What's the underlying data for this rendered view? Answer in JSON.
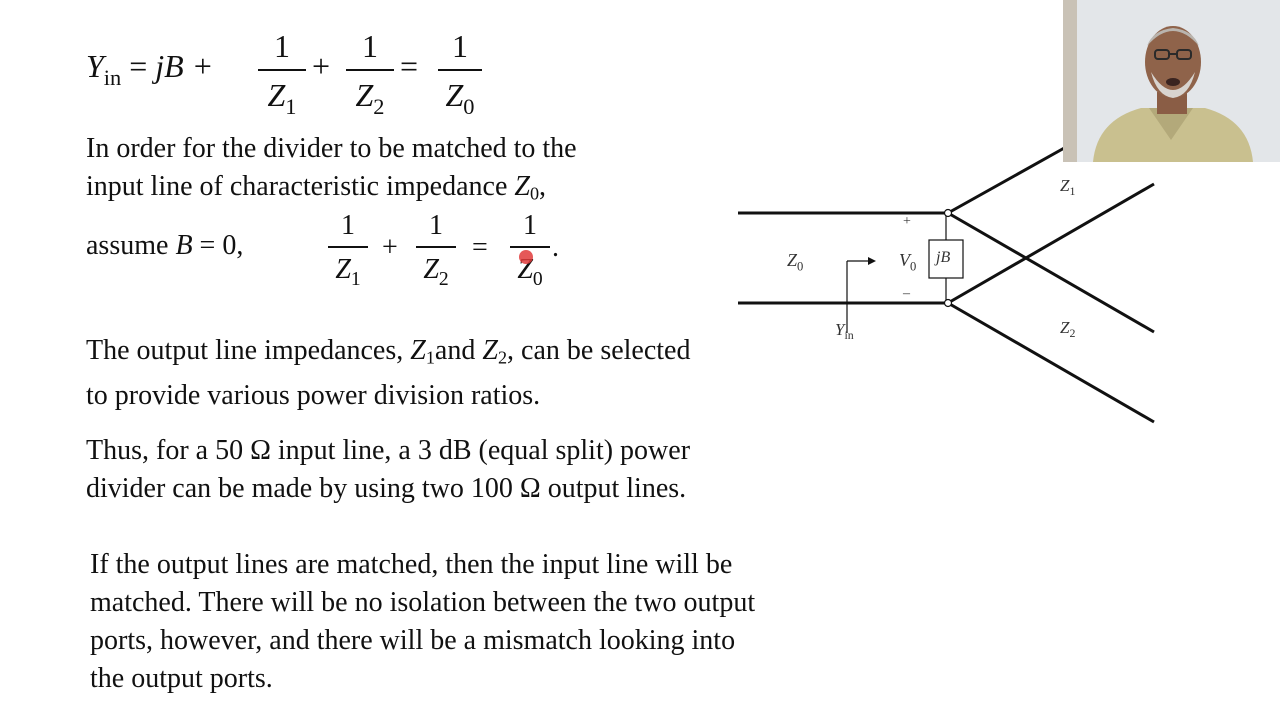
{
  "equation_top": {
    "lhs_symbol": "Y",
    "lhs_sub": "in",
    "eq": "=",
    "term1": "jB +",
    "frac1": {
      "num": "1",
      "den_symbol": "Z",
      "den_sub": "1"
    },
    "plus": "+",
    "frac2": {
      "num": "1",
      "den_symbol": "Z",
      "den_sub": "2"
    },
    "eq2": "=",
    "frac3": {
      "num": "1",
      "den_symbol": "Z",
      "den_sub": "0"
    }
  },
  "matching_text": {
    "line1": "In order for the divider to be matched to the",
    "line2_pre": "input line of characteristic impedance",
    "line2_symbol": "Z",
    "line2_sub": "0",
    "line2_post": ","
  },
  "equation_assume": {
    "label_pre": "assume",
    "label_symbol": "B",
    "label_post": "= 0,",
    "frac1": {
      "num": "1",
      "den_symbol": "Z",
      "den_sub": "1"
    },
    "plus": "+",
    "frac2": {
      "num": "1",
      "den_symbol": "Z",
      "den_sub": "2"
    },
    "eq": "=",
    "frac3": {
      "num": "1",
      "den_symbol": "Z",
      "den_sub": "0"
    },
    "period": "."
  },
  "output_impedance_text": {
    "line1_pre": "The output line impedances,",
    "sym1": "Z",
    "sub1": "1",
    "and": "and",
    "sym2": "Z",
    "sub2": "2",
    "line1_post": ", can be selected",
    "line2": "to provide various power division ratios."
  },
  "example_text": {
    "line1": "Thus, for a 50 Ω input line, a 3 dB (equal split) power",
    "line2": "divider can be made by using two 100 Ω output lines."
  },
  "isolation_text": {
    "line1": "If the output lines are matched, then the input line will be",
    "line2": "matched. There will be no isolation between the two output",
    "line3": "ports, however, and there will be a mismatch looking into",
    "line4": "the output ports."
  },
  "diagram": {
    "z0_symbol": "Z",
    "z0_sub": "0",
    "v0_symbol": "V",
    "v0_sub": "0",
    "jb_label": "jB",
    "plus_sign": "+",
    "minus_sign": "–",
    "yin_symbol": "Y",
    "yin_sub": "in",
    "z1_symbol": "Z",
    "z1_sub": "1",
    "z2_symbol": "Z",
    "z2_sub": "2"
  }
}
